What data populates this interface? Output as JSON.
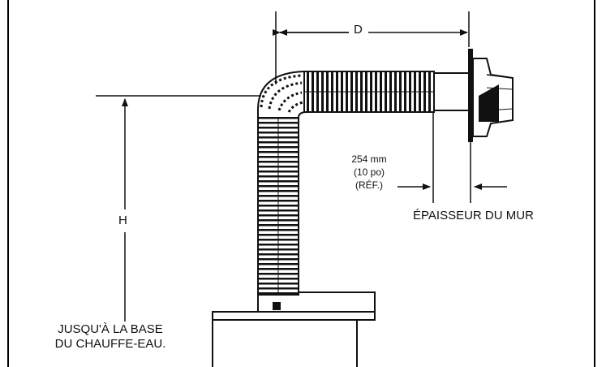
{
  "diagram": {
    "label_d": "D",
    "label_h": "H",
    "ref_measure": [
      "254 mm",
      "(10 po)",
      "(RÉF.)"
    ],
    "wall_thickness": "ÉPAISSEUR DU MUR",
    "base_note": [
      "JUSQU'À LA BASE",
      "DU CHAUFFE-EAU."
    ]
  },
  "colors": {
    "ink": "#111111",
    "background": "#ffffff"
  }
}
